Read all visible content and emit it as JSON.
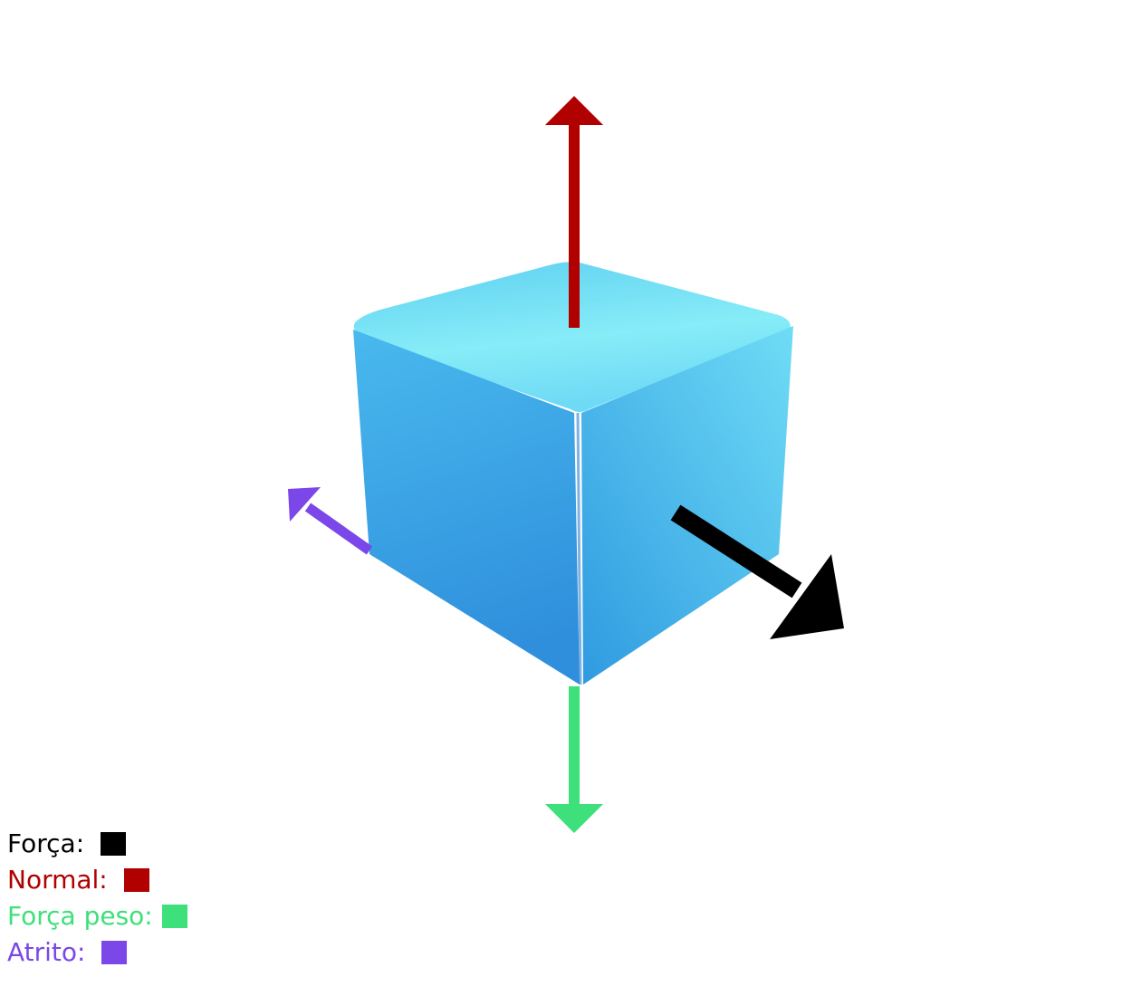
{
  "colors": {
    "forca": "#000000",
    "normal": "#b00000",
    "forca_peso": "#3de07a",
    "atrito": "#7b47e8",
    "cube_top": "#7fe3f5",
    "cube_left": "#3aaeea",
    "cube_right": "#56c9f1"
  },
  "legend": {
    "forca": {
      "label": "Força:",
      "color": "#000000"
    },
    "normal": {
      "label": "Normal:",
      "color": "#b00000"
    },
    "forca_peso": {
      "label": "Força peso:",
      "color": "#3de07a"
    },
    "atrito": {
      "label": "Atrito:",
      "color": "#7b47e8"
    }
  }
}
